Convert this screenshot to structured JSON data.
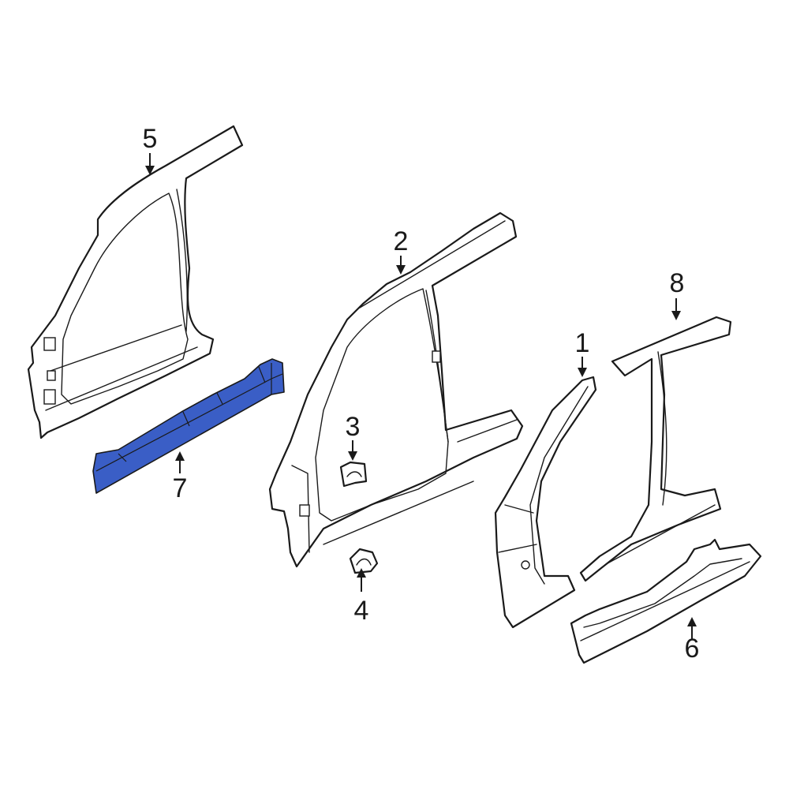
{
  "diagram": {
    "highlight_color": "#3a5ec6",
    "callouts": [
      {
        "id": "1",
        "label": "1"
      },
      {
        "id": "2",
        "label": "2"
      },
      {
        "id": "3",
        "label": "3"
      },
      {
        "id": "4",
        "label": "4"
      },
      {
        "id": "5",
        "label": "5"
      },
      {
        "id": "6",
        "label": "6"
      },
      {
        "id": "7",
        "label": "7"
      },
      {
        "id": "8",
        "label": "8"
      }
    ],
    "highlighted_part": "7"
  }
}
